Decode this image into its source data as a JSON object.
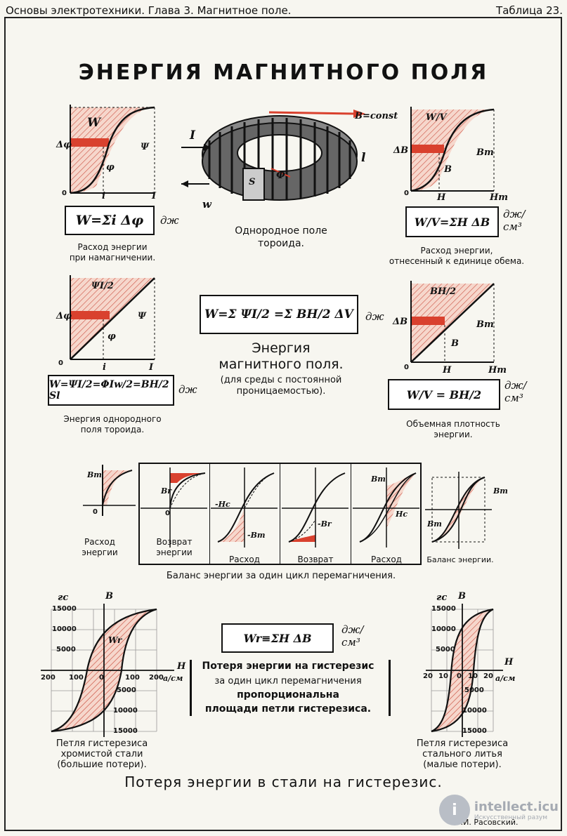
{
  "header": {
    "left": "Основы электротехники. Глава 3. Магнитное поле.",
    "right": "Таблица 23."
  },
  "title": "ЭНЕРГИЯ МАГНИТНОГО ПОЛЯ",
  "panel1": {
    "formula": "W=Σi Δφ",
    "unit": "дж",
    "caption": [
      "Расход энергии",
      "при намагничении."
    ],
    "labels": {
      "w": "W",
      "dphi": "Δφ",
      "phi": "φ",
      "psi": "Ψ",
      "o": "0",
      "i": "i",
      "I": "I"
    }
  },
  "toroid": {
    "caption": [
      "Однородное поле",
      "тороида."
    ],
    "labels": {
      "b": "B=const",
      "I": "I",
      "l": "l",
      "w": "w",
      "phi": "Φ",
      "s": "S"
    }
  },
  "panel2": {
    "formula": "W/V=ΣH ΔB",
    "unit": "дж/см³",
    "caption": [
      "Расход энергии,",
      "отнесенный к единице обема."
    ],
    "labels": {
      "wv": "W/V",
      "db": "ΔB",
      "b": "B",
      "bm": "Bm",
      "o": "0",
      "h": "H",
      "hm": "Hm"
    }
  },
  "panel3": {
    "formula": "W=ΨI/2=ΦIw/2=BH/2 Sl",
    "unit": "дж",
    "caption": [
      "Энергия однородного",
      "поля тороида."
    ],
    "labels": {
      "frac": "ΨI/2",
      "dphi": "Δφ",
      "phi": "φ",
      "psi": "Ψ",
      "o": "0",
      "i": "i",
      "I": "I"
    }
  },
  "center": {
    "formula": "W=Σ ΨI/2 =Σ BH/2 ΔV",
    "unit": "дж",
    "text1": "Энергия",
    "text2": "магнитного поля.",
    "text3": "(для среды с постоянной",
    "text4": "проницаемостью)."
  },
  "panel4": {
    "formula": "W/V = BH/2",
    "unit": "дж/см³",
    "caption": [
      "Объемная плотность",
      "энергии."
    ],
    "labels": {
      "frac": "BH/2",
      "db": "ΔB",
      "b": "B",
      "bm": "Bm",
      "o": "0",
      "h": "H",
      "hm": "Hm"
    }
  },
  "cycle": {
    "items": [
      {
        "label": [
          "Расход",
          "энергии"
        ]
      },
      {
        "label": [
          "Возврат",
          "энергии"
        ]
      },
      {
        "label": [
          "Расход"
        ]
      },
      {
        "label": [
          "Возврат"
        ]
      },
      {
        "label": [
          "Расход"
        ]
      },
      {
        "label": [
          "Баланс энергии."
        ]
      }
    ],
    "marks": {
      "bm": "Bm",
      "br": "Br",
      "hc": "-Hc",
      "mbm": "-Bm",
      "mbr": "-Br",
      "hcp": "Hc",
      "o": "0"
    },
    "caption": "Баланс энергии за один цикл перемагничения."
  },
  "loop_left": {
    "caption": [
      "Петля гистерезиса",
      "хромистой стали",
      "(большие потери)."
    ],
    "units_b": "гс",
    "axis_b": "B",
    "axis_h": "H",
    "units_h": "а/см",
    "wr": "Wr",
    "yticks": [
      "15000",
      "10000",
      "5000",
      "5000",
      "10000",
      "15000"
    ],
    "xticks": [
      "200",
      "100",
      "0",
      "100",
      "200"
    ]
  },
  "loop_right": {
    "caption": [
      "Петля гистерезиса",
      "стального литья",
      "(малые потери)."
    ],
    "units_b": "гс",
    "axis_b": "B",
    "axis_h": "H",
    "units_h": "а/см",
    "yticks": [
      "15000",
      "10000",
      "5000",
      "5000",
      "10000",
      "15000"
    ],
    "xticks": [
      "20",
      "10",
      "0",
      "10",
      "20"
    ]
  },
  "hysteresis": {
    "formula": "Wr≡ΣH ΔB",
    "unit": "дж/см³",
    "line1": "Потеря энергии на гистерезис",
    "line2": "за один цикл перемагничения",
    "line3": "пропорциональна",
    "line4": "площади петли гистерезиса."
  },
  "bottom_title": "Потеря энергии в стали на гистерезис.",
  "signature": "Э.И. Расовский.",
  "watermark": {
    "logo": "i",
    "text": "intellect.icu",
    "sub": "Искусственный разум"
  }
}
